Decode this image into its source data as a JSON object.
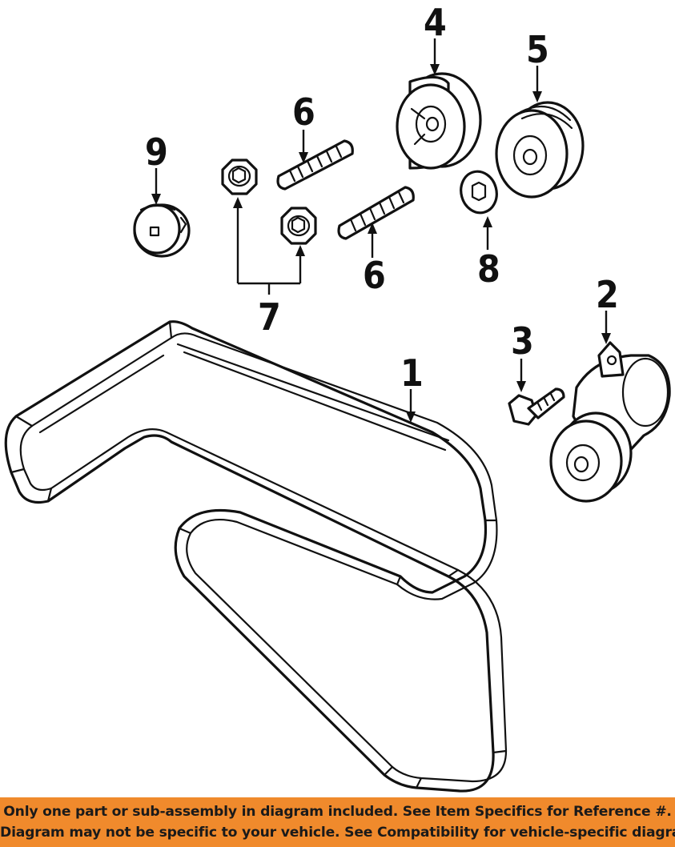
{
  "callouts": {
    "c1": "1",
    "c2": "2",
    "c3": "3",
    "c4": "4",
    "c5": "5",
    "c6a": "6",
    "c6b": "6",
    "c7": "7",
    "c8": "8",
    "c9": "9"
  },
  "footer": {
    "line1": "Only one part or sub-assembly in diagram included. See Item Specifics for Reference #.",
    "line2": "Diagram may not be specific to your vehicle. See Compatibility for vehicle-specific diagrams."
  },
  "colors": {
    "footer_background": "#f08a2c",
    "line_art": "#111111"
  }
}
